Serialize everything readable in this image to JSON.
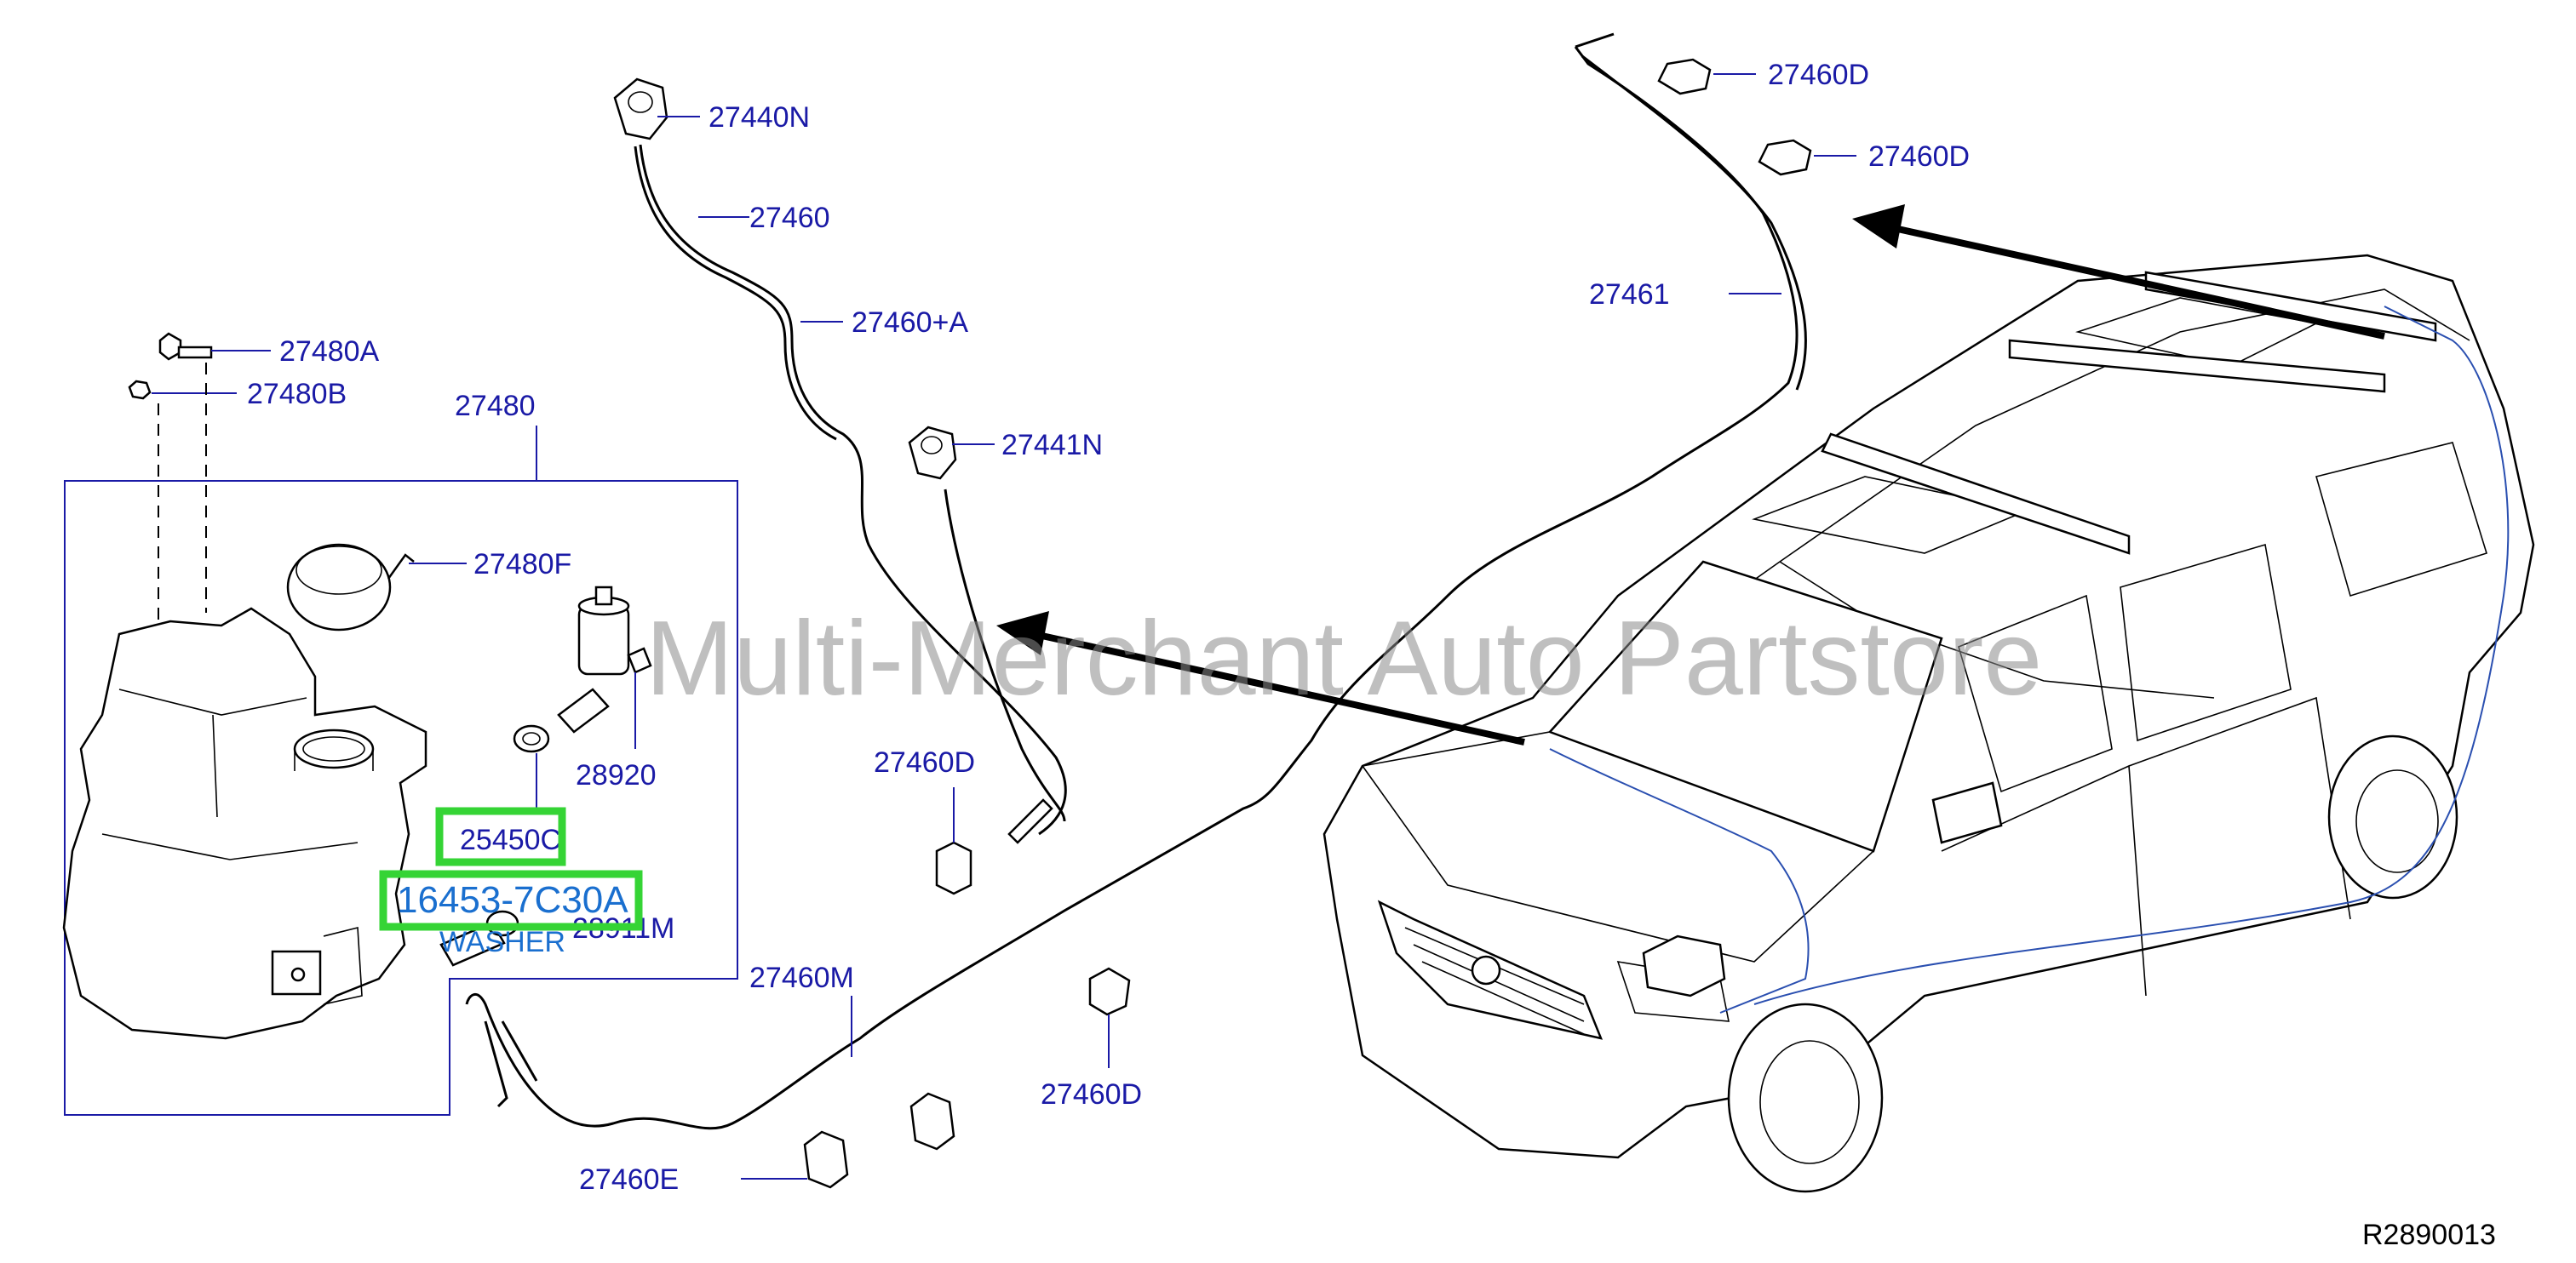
{
  "diagram": {
    "labels": {
      "p27440N": "27440N",
      "p27460": "27460",
      "p27460A": "27460+A",
      "p27441N": "27441N",
      "p27460D_top1": "27460D",
      "p27460D_top2": "27460D",
      "p27461": "27461",
      "p27480A": "27480A",
      "p27480B": "27480B",
      "p27480": "27480",
      "p27480F": "27480F",
      "p28920": "28920",
      "p27460D_mid": "27460D",
      "p25450C": "25450C",
      "p28911M": "28911M",
      "p27460M": "27460M",
      "p27460D_bottom": "27460D",
      "p27460E": "27460E"
    },
    "highlight_part": "16453-7C30A",
    "highlight_caption": "WASHER",
    "watermark": "Multi-Merchant Auto Partstore",
    "reference_code": "R2890013"
  },
  "colors": {
    "label": "#1a1aa6",
    "highlight": "#35d435",
    "highlight_text": "#1a6fcf",
    "route_line": "#2a4fb0",
    "watermark": "#8a8a8a"
  }
}
